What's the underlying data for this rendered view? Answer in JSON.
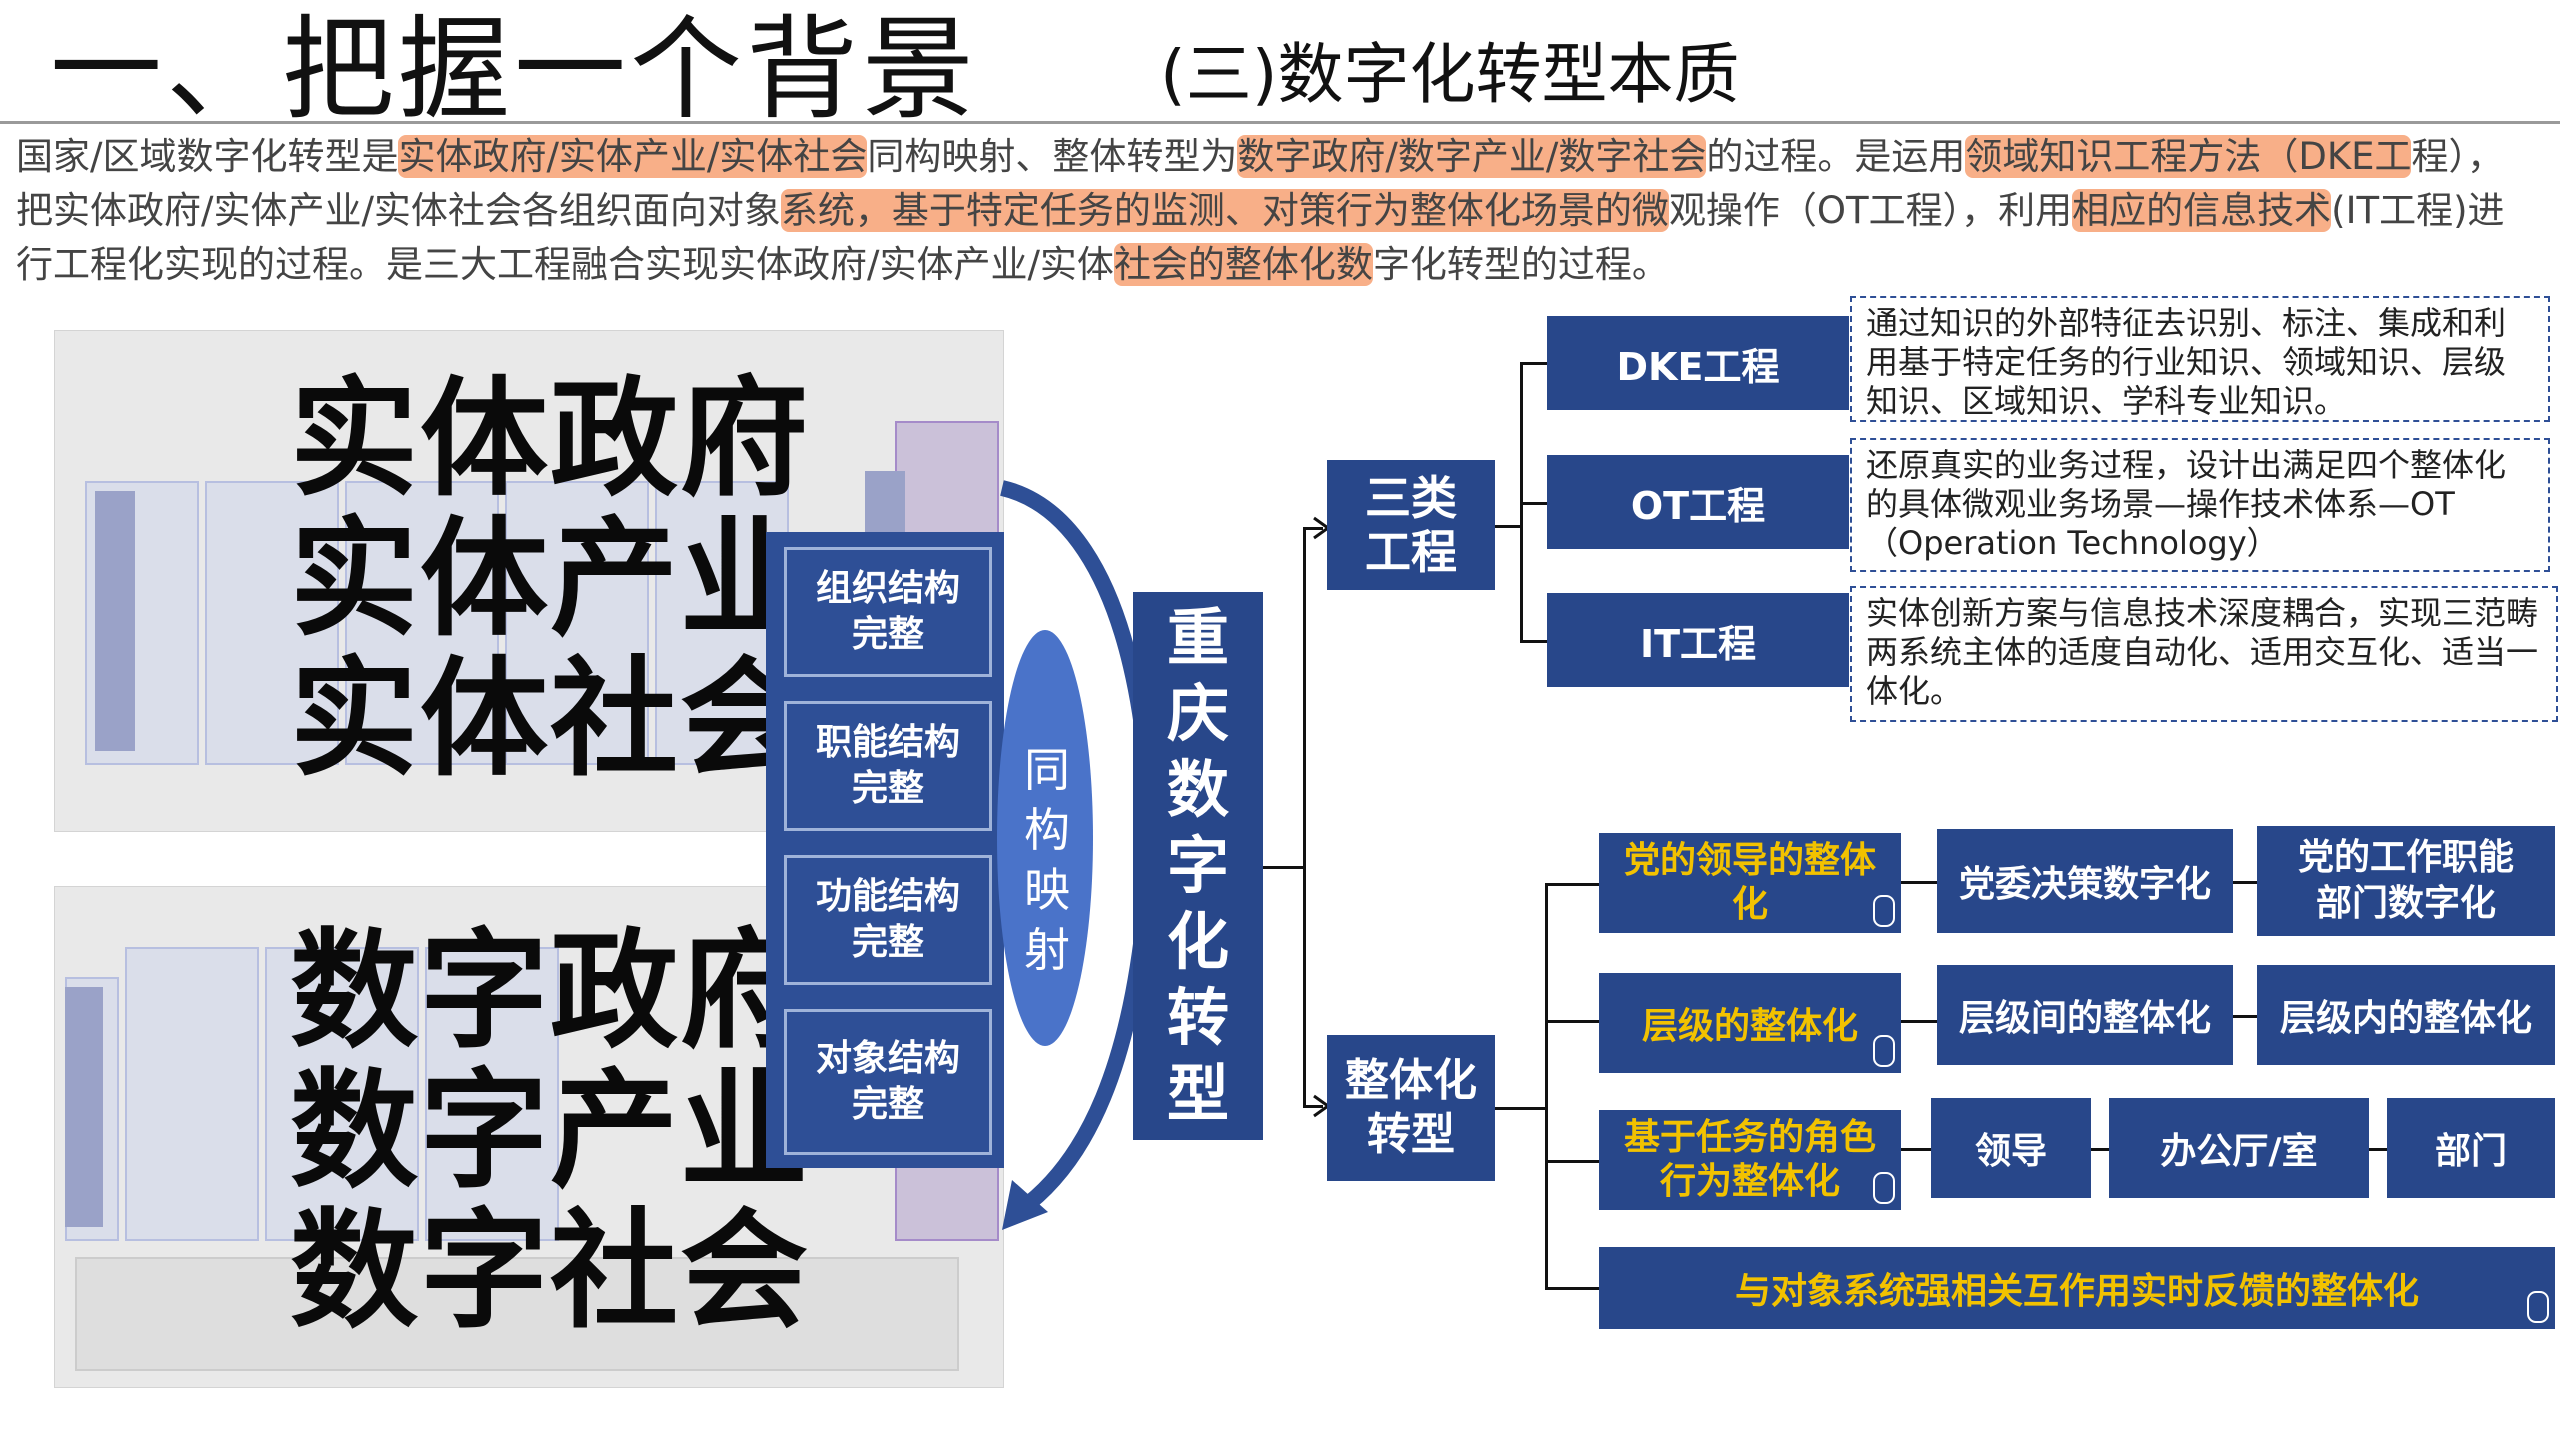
{
  "header": {
    "title": "一、把握一个背景",
    "subtitle": "(三)数字化转型本质"
  },
  "intro": {
    "segments": [
      {
        "text": "国家/区域数字化转型是",
        "highlight": false
      },
      {
        "text": "实体政府/实体产业/实体社会",
        "highlight": true
      },
      {
        "text": "同构映射、整体转型为",
        "highlight": false
      },
      {
        "text": "数字政府/数字产业/数字社会",
        "highlight": true
      },
      {
        "text": "的过程。是运用",
        "highlight": false
      },
      {
        "text": "领域知识工程方法（DKE工",
        "highlight": true
      },
      {
        "text": "程），把实体政府/实体产业/实体社会各组织面向对象",
        "highlight": false
      },
      {
        "text": "系统，基于特定任务的监测、对策行为整体化场景的微",
        "highlight": true
      },
      {
        "text": "观操作（OT工程），利用",
        "highlight": false
      },
      {
        "text": "相应的信息技术",
        "highlight": true
      },
      {
        "text": "(IT工程)进行工程化实现的过程。是三大工程融合实现实体政府/实体产业/实体",
        "highlight": false
      },
      {
        "text": "社会的整体化数",
        "highlight": true
      },
      {
        "text": "字化转型的过程。",
        "highlight": false
      }
    ],
    "highlight_color": "#f48448"
  },
  "left_panel": {
    "physical_lines": [
      "实体政府",
      "实体产业",
      "实体社会"
    ],
    "digital_lines": [
      "数字政府",
      "数字产业",
      "数字社会"
    ],
    "structure_boxes": [
      "组织结构完整",
      "职能结构完整",
      "功能结构完整",
      "对象结构完整"
    ],
    "mapping_label": "同构映射"
  },
  "center": {
    "label": "重庆数字化转型"
  },
  "branch_top": {
    "label": "三类工程",
    "items": [
      {
        "name": "DKE工程",
        "desc": "通过知识的外部特征去识别、标注、集成和利用基于特定任务的行业知识、领域知识、层级知识、区域知识、学科专业知识。"
      },
      {
        "name": "OT工程",
        "desc": "还原真实的业务过程，设计出满足四个整体化的具体微观业务场景—操作技术体系—OT（Operation Technology）"
      },
      {
        "name": "IT工程",
        "desc": "实体创新方案与信息技术深度耦合，实现三范畴两系统主体的适度自动化、适用交互化、适当一体化。"
      }
    ]
  },
  "branch_bottom": {
    "label": "整体化转型",
    "rows": [
      {
        "head": "党的领导的整体化",
        "items": [
          "党委决策数字化",
          "党的工作职能部门数字化"
        ]
      },
      {
        "head": "层级的整体化",
        "items": [
          "层级间的整体化",
          "层级内的整体化"
        ]
      },
      {
        "head": "基于任务的角色行为整体化",
        "items": [
          "领导",
          "办公厅/室",
          "部门"
        ]
      }
    ],
    "footer": "与对象系统强相关互作用实时反馈的整体化"
  },
  "colors": {
    "navy": "#28478a",
    "highlight": "#f48448",
    "yellow_text": "#f2c200"
  }
}
